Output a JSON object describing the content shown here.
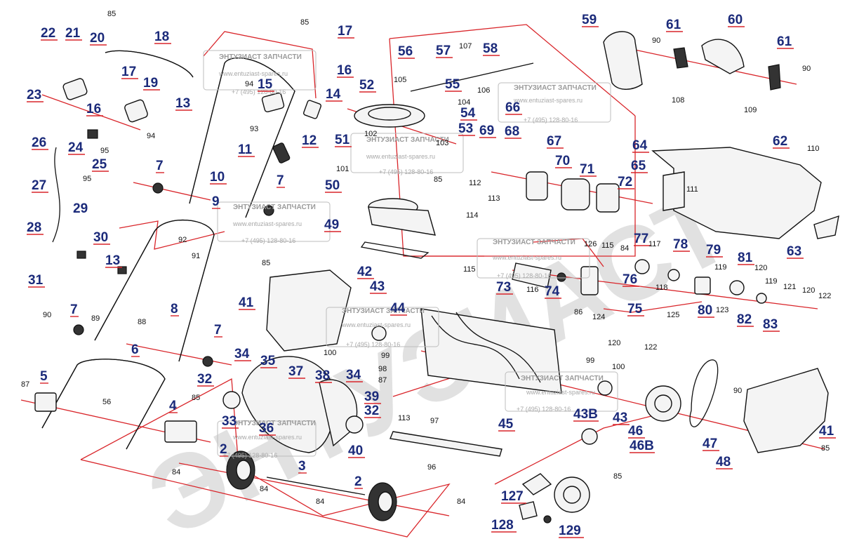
{
  "watermark": {
    "big_text": "ЭНТУЗИАСТ",
    "stamp_title": "ЭНТУЗИАСТ ЗАПЧАСТИ",
    "stamp_url": "www.entuziast-spares.ru",
    "stamp_phone": "+7 (495) 128-80-16"
  },
  "callouts_big": [
    {
      "id": "c22",
      "text": "22"
    },
    {
      "id": "c21",
      "text": "21"
    },
    {
      "id": "c20",
      "text": "20"
    },
    {
      "id": "c18",
      "text": "18"
    },
    {
      "id": "c17a",
      "text": "17"
    },
    {
      "id": "c19",
      "text": "19"
    },
    {
      "id": "c23",
      "text": "23"
    },
    {
      "id": "c16a",
      "text": "16"
    },
    {
      "id": "c13a",
      "text": "13"
    },
    {
      "id": "c15",
      "text": "15"
    },
    {
      "id": "c17b",
      "text": "17"
    },
    {
      "id": "c16b",
      "text": "16"
    },
    {
      "id": "c14",
      "text": "14"
    },
    {
      "id": "c26",
      "text": "26"
    },
    {
      "id": "c24",
      "text": "24"
    },
    {
      "id": "c25",
      "text": "25"
    },
    {
      "id": "c7a",
      "text": "7"
    },
    {
      "id": "c11",
      "text": "11"
    },
    {
      "id": "c12",
      "text": "12"
    },
    {
      "id": "c27",
      "text": "27"
    },
    {
      "id": "c10",
      "text": "10"
    },
    {
      "id": "c7b",
      "text": "7"
    },
    {
      "id": "c9",
      "text": "9"
    },
    {
      "id": "c28",
      "text": "28"
    },
    {
      "id": "c30",
      "text": "30"
    },
    {
      "id": "c13b",
      "text": "13"
    },
    {
      "id": "c31",
      "text": "31"
    },
    {
      "id": "c7c",
      "text": "7"
    },
    {
      "id": "c8",
      "text": "8"
    },
    {
      "id": "c7d",
      "text": "7"
    },
    {
      "id": "c6",
      "text": "6"
    },
    {
      "id": "c5",
      "text": "5"
    },
    {
      "id": "c4",
      "text": "4"
    },
    {
      "id": "c2a",
      "text": "2"
    },
    {
      "id": "c3",
      "text": "3"
    },
    {
      "id": "c2b",
      "text": "2"
    },
    {
      "id": "c52",
      "text": "52"
    },
    {
      "id": "c56",
      "text": "56"
    },
    {
      "id": "c57",
      "text": "57"
    },
    {
      "id": "c58",
      "text": "58"
    },
    {
      "id": "c55",
      "text": "55"
    },
    {
      "id": "c54",
      "text": "54"
    },
    {
      "id": "c53",
      "text": "53"
    },
    {
      "id": "c51",
      "text": "51"
    },
    {
      "id": "c50",
      "text": "50"
    },
    {
      "id": "c49",
      "text": "49"
    },
    {
      "id": "c42",
      "text": "42"
    },
    {
      "id": "c43a",
      "text": "43"
    },
    {
      "id": "c41a",
      "text": "41"
    },
    {
      "id": "c44",
      "text": "44"
    },
    {
      "id": "c34a",
      "text": "34"
    },
    {
      "id": "c35",
      "text": "35"
    },
    {
      "id": "c37",
      "text": "37"
    },
    {
      "id": "c38",
      "text": "38"
    },
    {
      "id": "c34b",
      "text": "34"
    },
    {
      "id": "c39",
      "text": "39"
    },
    {
      "id": "c32a",
      "text": "32"
    },
    {
      "id": "c32b",
      "text": "32"
    },
    {
      "id": "c33",
      "text": "33"
    },
    {
      "id": "c36",
      "text": "36"
    },
    {
      "id": "c40",
      "text": "40"
    },
    {
      "id": "c45",
      "text": "45"
    },
    {
      "id": "c43b",
      "text": "43B"
    },
    {
      "id": "c43c",
      "text": "43"
    },
    {
      "id": "c46",
      "text": "46"
    },
    {
      "id": "c46b",
      "text": "46B"
    },
    {
      "id": "c47",
      "text": "47"
    },
    {
      "id": "c48",
      "text": "48"
    },
    {
      "id": "c41b",
      "text": "41"
    },
    {
      "id": "c59",
      "text": "59"
    },
    {
      "id": "c61a",
      "text": "61"
    },
    {
      "id": "c60",
      "text": "60"
    },
    {
      "id": "c61b",
      "text": "61"
    },
    {
      "id": "c66",
      "text": "66"
    },
    {
      "id": "c69",
      "text": "69"
    },
    {
      "id": "c68",
      "text": "68"
    },
    {
      "id": "c67",
      "text": "67"
    },
    {
      "id": "c62",
      "text": "62"
    },
    {
      "id": "c64",
      "text": "64"
    },
    {
      "id": "c70",
      "text": "70"
    },
    {
      "id": "c71",
      "text": "71"
    },
    {
      "id": "c65",
      "text": "65"
    },
    {
      "id": "c72",
      "text": "72"
    },
    {
      "id": "c63",
      "text": "63"
    },
    {
      "id": "c77",
      "text": "77"
    },
    {
      "id": "c78",
      "text": "78"
    },
    {
      "id": "c79",
      "text": "79"
    },
    {
      "id": "c81",
      "text": "81"
    },
    {
      "id": "c73",
      "text": "73"
    },
    {
      "id": "c74",
      "text": "74"
    },
    {
      "id": "c76",
      "text": "76"
    },
    {
      "id": "c75",
      "text": "75"
    },
    {
      "id": "c80",
      "text": "80"
    },
    {
      "id": "c82",
      "text": "82"
    },
    {
      "id": "c83",
      "text": "83"
    },
    {
      "id": "c127",
      "text": "127"
    },
    {
      "id": "c128",
      "text": "128"
    },
    {
      "id": "c129",
      "text": "129"
    },
    {
      "id": "c29",
      "text": "29"
    }
  ],
  "callouts_small": [
    {
      "id": "s85a",
      "text": "85"
    },
    {
      "id": "s85b",
      "text": "85"
    },
    {
      "id": "s94a",
      "text": "94"
    },
    {
      "id": "s94b",
      "text": "94"
    },
    {
      "id": "s93",
      "text": "93"
    },
    {
      "id": "s95a",
      "text": "95"
    },
    {
      "id": "s95b",
      "text": "95"
    },
    {
      "id": "s92",
      "text": "92"
    },
    {
      "id": "s91",
      "text": "91"
    },
    {
      "id": "s90a",
      "text": "90"
    },
    {
      "id": "s89",
      "text": "89"
    },
    {
      "id": "s88",
      "text": "88"
    },
    {
      "id": "s87a",
      "text": "87"
    },
    {
      "id": "s56",
      "text": "56"
    },
    {
      "id": "s85c",
      "text": "85"
    },
    {
      "id": "s84a",
      "text": "84"
    },
    {
      "id": "s84b",
      "text": "84"
    },
    {
      "id": "s84c",
      "text": "84"
    },
    {
      "id": "s84d",
      "text": "84"
    },
    {
      "id": "s107",
      "text": "107"
    },
    {
      "id": "s105",
      "text": "105"
    },
    {
      "id": "s106",
      "text": "106"
    },
    {
      "id": "s104",
      "text": "104"
    },
    {
      "id": "s102",
      "text": "102"
    },
    {
      "id": "s103",
      "text": "103"
    },
    {
      "id": "s101",
      "text": "101"
    },
    {
      "id": "s85d",
      "text": "85"
    },
    {
      "id": "s85e",
      "text": "85"
    },
    {
      "id": "s100a",
      "text": "100"
    },
    {
      "id": "s99a",
      "text": "99"
    },
    {
      "id": "s98",
      "text": "98"
    },
    {
      "id": "s87b",
      "text": "87"
    },
    {
      "id": "s99b",
      "text": "99"
    },
    {
      "id": "s100b",
      "text": "100"
    },
    {
      "id": "s113a",
      "text": "113"
    },
    {
      "id": "s97",
      "text": "97"
    },
    {
      "id": "s96",
      "text": "96"
    },
    {
      "id": "s90b",
      "text": "90"
    },
    {
      "id": "s90c",
      "text": "90"
    },
    {
      "id": "s108",
      "text": "108"
    },
    {
      "id": "s109",
      "text": "109"
    },
    {
      "id": "s110",
      "text": "110"
    },
    {
      "id": "s111",
      "text": "111"
    },
    {
      "id": "s112",
      "text": "112"
    },
    {
      "id": "s113b",
      "text": "113"
    },
    {
      "id": "s114",
      "text": "114"
    },
    {
      "id": "s115a",
      "text": "115"
    },
    {
      "id": "s126",
      "text": "126"
    },
    {
      "id": "s115b",
      "text": "115"
    },
    {
      "id": "s84e",
      "text": "84"
    },
    {
      "id": "s117",
      "text": "117"
    },
    {
      "id": "s116",
      "text": "116"
    },
    {
      "id": "s118",
      "text": "118"
    },
    {
      "id": "s119a",
      "text": "119"
    },
    {
      "id": "s120a",
      "text": "120"
    },
    {
      "id": "s119b",
      "text": "119"
    },
    {
      "id": "s121",
      "text": "121"
    },
    {
      "id": "s120b",
      "text": "120"
    },
    {
      "id": "s122a",
      "text": "122"
    },
    {
      "id": "s86",
      "text": "86"
    },
    {
      "id": "s124",
      "text": "124"
    },
    {
      "id": "s125",
      "text": "125"
    },
    {
      "id": "s123",
      "text": "123"
    },
    {
      "id": "s120c",
      "text": "120"
    },
    {
      "id": "s122b",
      "text": "122"
    },
    {
      "id": "s90d",
      "text": "90"
    },
    {
      "id": "s85f",
      "text": "85"
    },
    {
      "id": "s85g",
      "text": "85"
    }
  ]
}
